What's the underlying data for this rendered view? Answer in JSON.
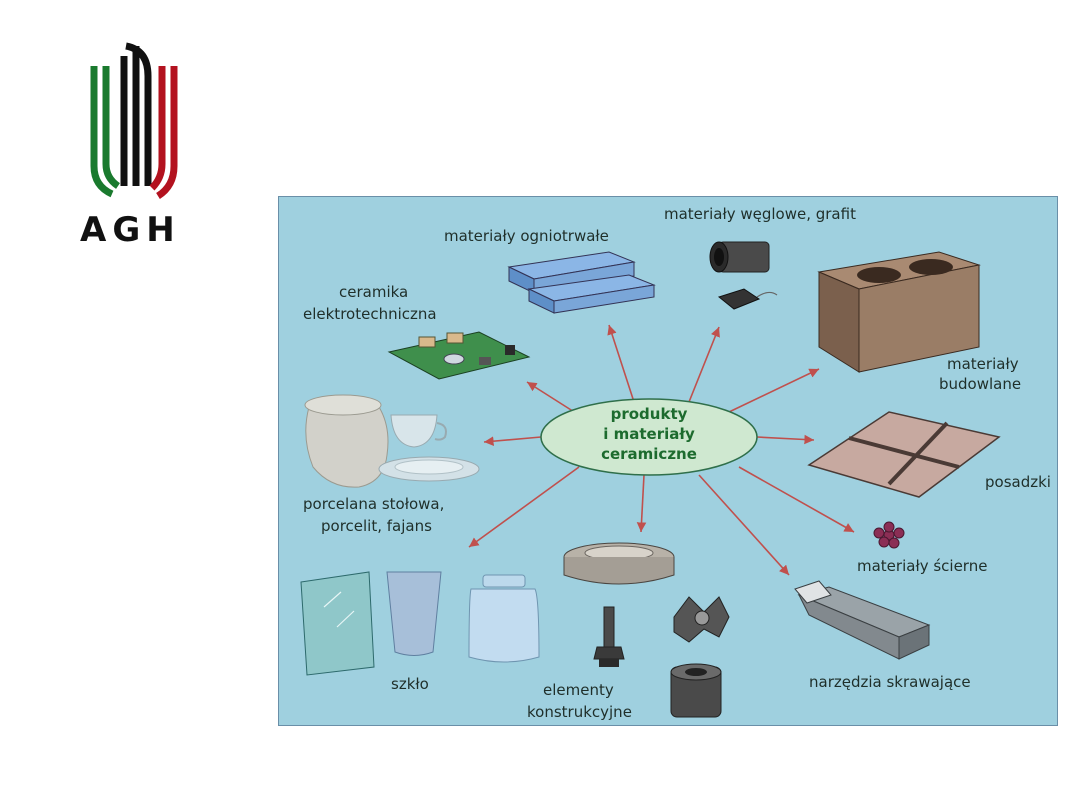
{
  "logo": {
    "text": "AGH"
  },
  "diagram": {
    "center": [
      "produkty",
      "i materiały",
      "ceramiczne"
    ],
    "labels": {
      "refractory": "materiały ogniotrwałe",
      "carbon": "materiały węglowe, grafit",
      "electro_1": "ceramika",
      "electro_2": "elektrotechniczna",
      "building_1": "materiały",
      "building_2": "budowlane",
      "porcelain_1": "porcelana stołowa,",
      "porcelain_2": "porcelit, fajans",
      "floors": "posadzki",
      "abrasive": "materiały ścierne",
      "glass": "szkło",
      "structural_1": "elementy",
      "structural_2": "konstrukcyjne",
      "tools": "narzędzia skrawające"
    },
    "colors": {
      "background": "#9fd0df",
      "ellipse": "#cfe8d0",
      "center_text": "#1d6b2e",
      "arrows": "#c0504d"
    }
  }
}
